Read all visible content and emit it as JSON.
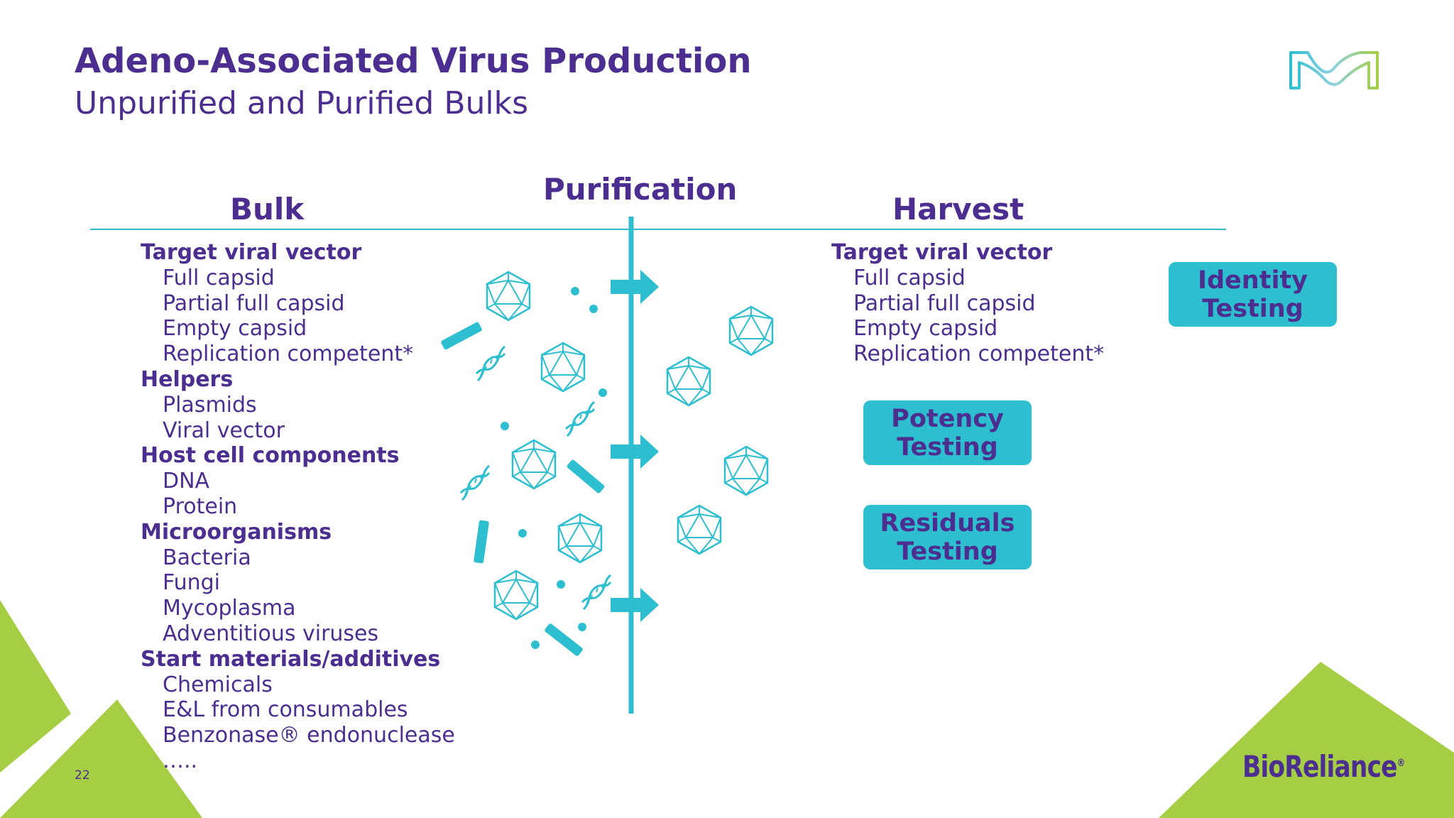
{
  "header": {
    "title": "Adeno-Associated Virus Production",
    "subtitle": "Unpurified and Purified Bulks"
  },
  "columns": {
    "bulk": "Bulk",
    "purification": "Purification",
    "harvest": "Harvest"
  },
  "bulk_list": {
    "target_heading": "Target viral vector",
    "target_items": [
      "Full capsid",
      "Partial full capsid",
      "Empty capsid",
      "Replication competent*"
    ],
    "helpers_heading": "Helpers",
    "helpers_items": [
      "Plasmids",
      "Viral vector"
    ],
    "host_heading": "Host cell components",
    "host_items": [
      "DNA",
      "Protein"
    ],
    "micro_heading": "Microorganisms",
    "micro_items": [
      "Bacteria",
      "Fungi",
      "Mycoplasma",
      "Adventitious viruses"
    ],
    "start_heading": "Start materials/additives",
    "start_items": [
      "Chemicals",
      "E&L from consumables",
      "Benzonase® endonuclease",
      "….."
    ]
  },
  "harvest_list": {
    "target_heading": "Target viral vector",
    "target_items": [
      "Full capsid",
      "Partial full capsid",
      "Empty capsid",
      "Replication competent*"
    ]
  },
  "badges": {
    "identity": "Identity Testing",
    "potency": "Potency Testing",
    "residuals": "Residuals Testing"
  },
  "footer": {
    "page_number": "22",
    "brand": "BioReliance",
    "brand_mark": "®"
  },
  "icons": [
    "merck-logo-icon",
    "capsid-icon",
    "dna-helix-icon",
    "arrow-right-icon",
    "particle-dot-icon",
    "fragment-bar-icon"
  ],
  "colors": {
    "purple": "#4B2E8F",
    "teal": "#2DBFCF",
    "green": "#A5CE45"
  }
}
